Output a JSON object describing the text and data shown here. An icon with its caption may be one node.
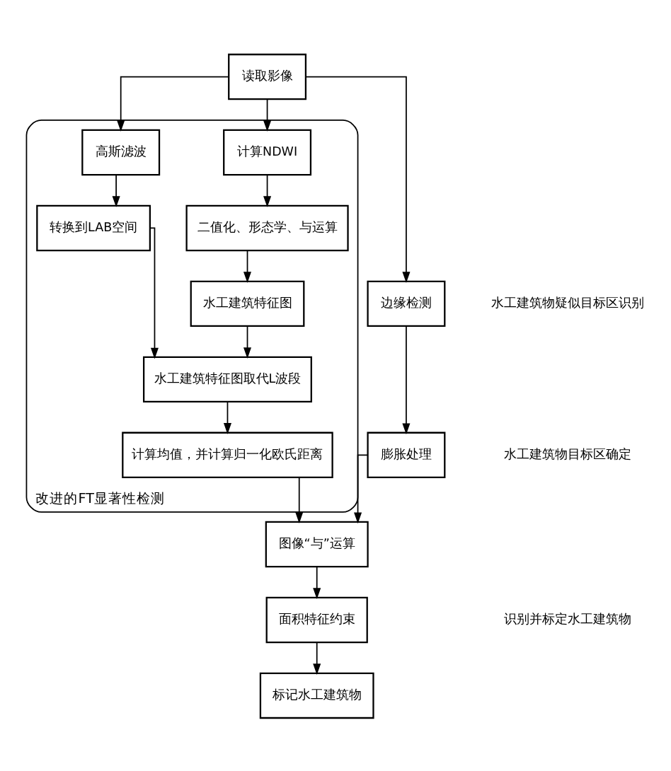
{
  "diagram": {
    "nodes": [
      {
        "text": [
          "读取影像"
        ]
      },
      {
        "text": [
          "改进的FT显著性检测"
        ]
      },
      {
        "text": [
          "计算NDWI"
        ],
        "in": 1
      },
      {
        "text": [
          "二值化、形态学、与运算"
        ],
        "in": 1
      },
      {
        "text": [
          "水工建筑特征图"
        ],
        "in": 1
      },
      {
        "text": [
          "高斯滤波"
        ],
        "in": 1
      },
      {
        "text": [
          "转换到LAB空间"
        ],
        "in": 1
      },
      {
        "text": [
          "水工建筑特征图取代L波段"
        ],
        "in": 1
      },
      {
        "text": [
          "计算均值，并计算归一化欧氏距离"
        ],
        "in": 1
      },
      {
        "text": [
          "边缘检测"
        ]
      },
      {
        "text": [
          "膨胀处理"
        ]
      },
      {
        "text": [
          "图像“与”运算"
        ]
      },
      {
        "text": [
          "面积特征约束"
        ]
      },
      {
        "text": [
          "标记水工建筑物"
        ]
      }
    ],
    "edges": [
      {
        "from": 0,
        "to": 2,
        "arrow": "to"
      },
      {
        "from": 0,
        "to": 5,
        "arrow": "to"
      },
      {
        "from": 0,
        "to": 9,
        "arrow": "to"
      },
      {
        "from": 2,
        "to": 3,
        "arrow": "to"
      },
      {
        "from": 3,
        "to": 4,
        "arrow": "to"
      },
      {
        "from": 5,
        "to": 6,
        "arrow": "to"
      },
      {
        "from": 4,
        "to": 7,
        "arrow": "to"
      },
      {
        "from": 6,
        "to": 7,
        "arrow": "to"
      },
      {
        "from": 7,
        "to": 8,
        "arrow": "to"
      },
      {
        "from": 9,
        "to": 10,
        "arrow": "to"
      },
      {
        "from": 8,
        "to": 11,
        "arrow": "to"
      },
      {
        "from": 10,
        "to": 11,
        "arrow": "to"
      },
      {
        "from": 11,
        "to": 12,
        "arrow": "to"
      },
      {
        "from": 12,
        "to": 13,
        "arrow": "to"
      }
    ],
    "labels": [
      "水工建筑物疑似目标区识别",
      "水工建筑物目标区确定",
      "识别并标定水工建筑物"
    ]
  }
}
